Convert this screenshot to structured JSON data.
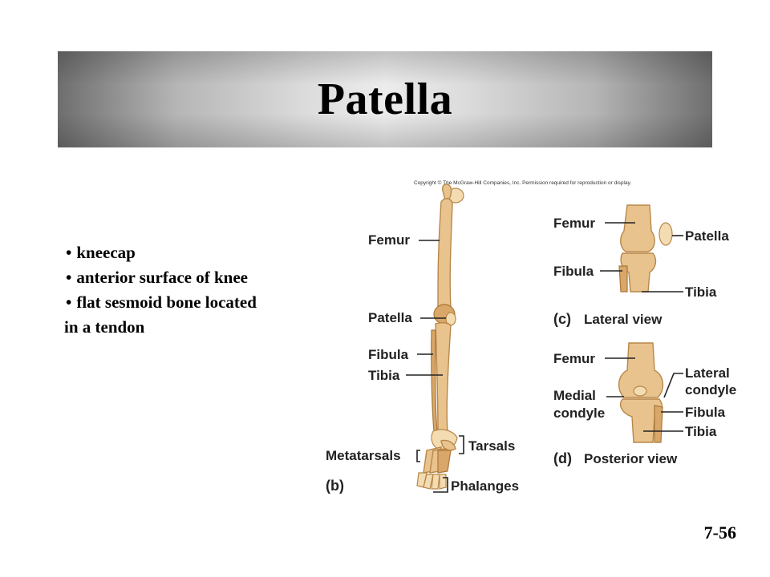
{
  "slide": {
    "title": "Patella",
    "bullets": [
      "kneecap",
      "anterior surface of knee",
      "flat sesmoid bone located"
    ],
    "bullet_continuation": "in a tendon",
    "page_number": "7-56"
  },
  "figure": {
    "copyright": "Copyright © The McGraw-Hill Companies, Inc. Permission required for reproduction or display.",
    "panel_b": {
      "labels": {
        "femur": "Femur",
        "patella": "Patella",
        "fibula": "Fibula",
        "tibia": "Tibia",
        "metatarsals": "Metatarsals",
        "tarsals": "Tarsals",
        "phalanges": "Phalanges"
      },
      "caption": "(b)"
    },
    "panel_c": {
      "labels": {
        "femur": "Femur",
        "patella": "Patella",
        "fibula": "Fibula",
        "tibia": "Tibia"
      },
      "caption_letter": "(c)",
      "caption_text": "Lateral view"
    },
    "panel_d": {
      "labels": {
        "femur": "Femur",
        "lateral_condyle_1": "Lateral",
        "lateral_condyle_2": "condyle",
        "medial_condyle_1": "Medial",
        "medial_condyle_2": "condyle",
        "fibula": "Fibula",
        "tibia": "Tibia"
      },
      "caption_letter": "(d)",
      "caption_text": "Posterior view"
    }
  }
}
